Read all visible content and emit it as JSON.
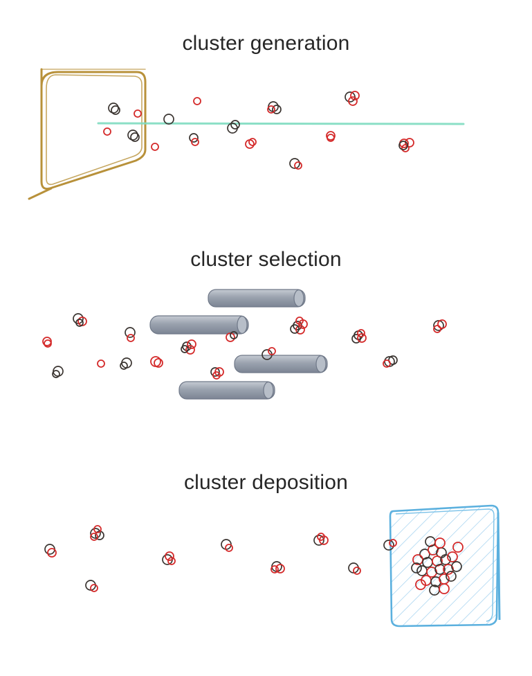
{
  "panels": [
    {
      "title": "cluster generation"
    },
    {
      "title": "cluster selection"
    },
    {
      "title": "cluster deposition"
    }
  ],
  "colors": {
    "text": "#262626",
    "atom_dark": "#3a3430",
    "atom_red": "#d42a2a",
    "source_target": "#b8913a",
    "laser_beam": "#7fdcc0",
    "quadrupole_rods": "#8e97a6",
    "substrate": "#5bb0de"
  },
  "icons": [
    "source-target-icon",
    "laser-beam-icon",
    "quadrupole-rod-icon",
    "substrate-icon",
    "atom-cluster-icon"
  ]
}
